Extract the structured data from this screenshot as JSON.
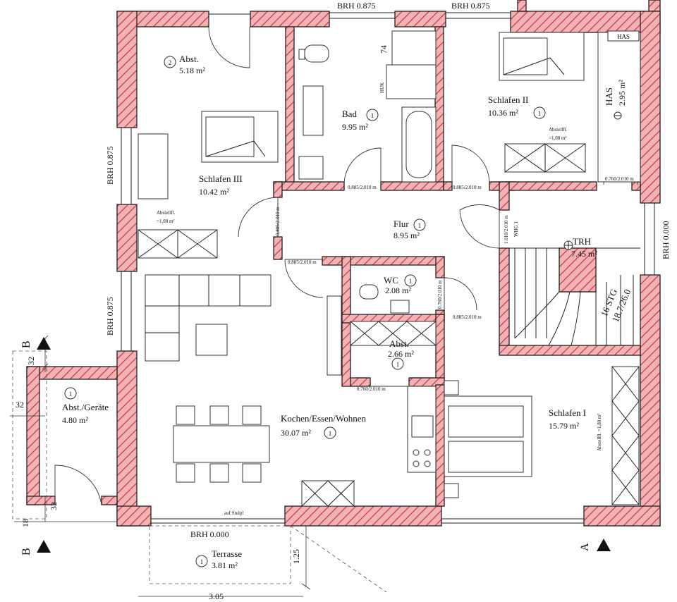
{
  "rooms": [
    {
      "key": "abst_top",
      "name": "Abst.",
      "area": "5.18 m²",
      "badge": "2"
    },
    {
      "key": "bad",
      "name": "Bad",
      "area": "9.95 m²",
      "badge": "1"
    },
    {
      "key": "schlafen2",
      "name": "Schlafen II",
      "area": "10.36 m²",
      "badge": "1"
    },
    {
      "key": "has",
      "name": "HAS",
      "area": "2.95 m²",
      "badge": ""
    },
    {
      "key": "schlafen3",
      "name": "Schlafen III",
      "area": "10.42 m²",
      "badge": ""
    },
    {
      "key": "flur",
      "name": "Flur",
      "area": "8.95 m²",
      "badge": "1"
    },
    {
      "key": "trh",
      "name": "TRH",
      "area": "7.45 m²",
      "badge": ""
    },
    {
      "key": "wc",
      "name": "WC",
      "area": "2.08 m²",
      "badge": "1"
    },
    {
      "key": "abst_mid",
      "name": "Abst.",
      "area": "2.66 m²",
      "badge": "1"
    },
    {
      "key": "abst_geraete",
      "name": "Abst./Geräte",
      "area": "4.80 m²",
      "badge": "1"
    },
    {
      "key": "kochen",
      "name": "Kochen/Essen/Wohnen",
      "area": "30.07 m²",
      "badge": "1"
    },
    {
      "key": "schlafen1",
      "name": "Schlafen I",
      "area": "15.79 m²",
      "badge": ""
    },
    {
      "key": "terrasse",
      "name": "Terrasse",
      "area": "3.81 m²",
      "badge": "1"
    }
  ],
  "labels": {
    "has_box": "HAS",
    "abstellfl_s2": "Abstellfl.",
    "abstellfl_s2_area": "=1,08 m²",
    "abstellfl_s3": "Abstellfl.",
    "abstellfl_s3_area": "=1,08 m²",
    "abstellfl_s1": "Abstellfl. =1,80 m²",
    "stg_line1": "16 STG",
    "stg_line2": "18.7/26.0",
    "whg": "WHG 1",
    "huk": "HUK",
    "auf_stulp": "auf Stulp!",
    "section_a": "A",
    "section_b_top": "B",
    "section_b_bottom": "B"
  },
  "brh": {
    "top_left": "BRH 0.875",
    "top_right": "BRH 0.875",
    "left_upper": "BRH 0.875",
    "left_lower": "BRH 0.875",
    "right": "BRH 0.000",
    "bottom": "BRH 0.000"
  },
  "door_sizes": {
    "bad": "0.885/2.010 m",
    "s2": "0.885/2.010 m",
    "has": "0.760/2.010 m",
    "s3": "0.885/2.010 m",
    "kochen": "0.885/2.010 m",
    "whg": "1.010/2.010 m",
    "wc": "0.760/2.010 m",
    "wc_side": "0.885/2.010 m",
    "abst": "0.760/2.010 m"
  },
  "dimensions": {
    "d74": "74",
    "d32_a": "32",
    "d32_b": "32",
    "d32_c": "32",
    "d18": "18",
    "d125": "1.25",
    "d305": "3.05"
  }
}
